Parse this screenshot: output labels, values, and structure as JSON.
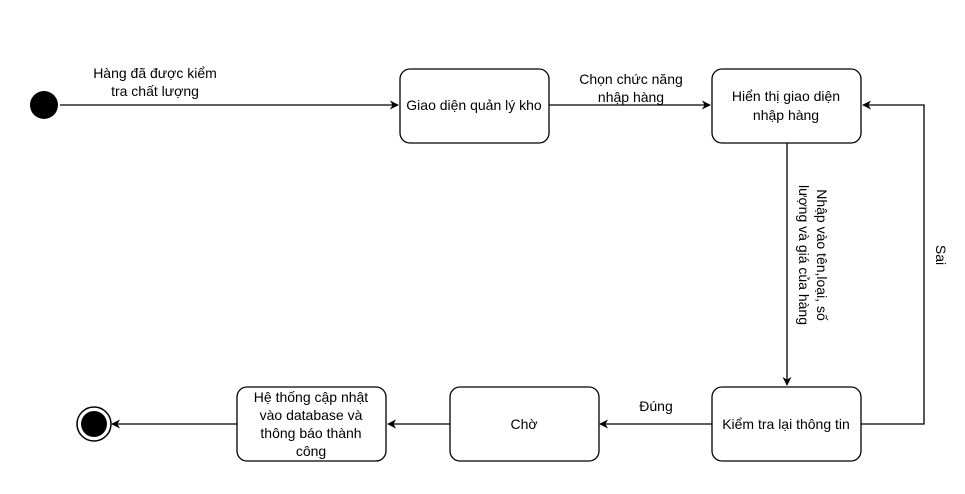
{
  "nodes": {
    "quan_ly_kho": "Giao diện quản lý kho",
    "hien_thi_line1": "Hiển thị giao diện",
    "hien_thi_line2": "nhập hàng",
    "kiem_tra": "Kiểm tra lại thông tin",
    "cho": "Chờ",
    "cap_nhat_line1": "Hệ thống cập nhật",
    "cap_nhat_line2": "vào database và",
    "cap_nhat_line3": "thông báo thành",
    "cap_nhat_line4": "công"
  },
  "edges": {
    "start_label_line1": "Hàng đã được kiểm",
    "start_label_line2": "tra chất lượng",
    "chon_line1": "Chọn chức năng",
    "chon_line2": "nhập hàng",
    "nhap_line1": "Nhập vào tên,loại, số",
    "nhap_line2": "lượng và giá của hàng",
    "sai": "Sai",
    "dung": "Đúng"
  }
}
